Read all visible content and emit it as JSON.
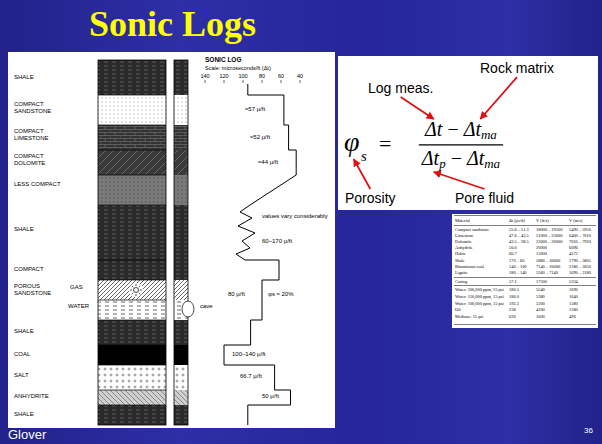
{
  "diagram": {
    "title": "Sonic Logs",
    "labels": [
      "SHALE",
      "COMPACT SANDSTONE",
      "COMPACT LIMESTONE",
      "COMPACT DOLOMITE",
      "LESS COMPACT",
      "SHALE",
      "COMPACT",
      "POROUS SANDSTONE",
      "GAS",
      "WATER",
      "SHALE",
      "COAL",
      "SALT",
      "ANHYDRITE",
      "SHALE",
      "SONIC LOG",
      "Scale: microseconds/ft (Δt)",
      "140",
      "120",
      "100",
      "80",
      "60",
      "40",
      "≈57 μ/ft",
      "≈52 μ/ft",
      "≈44 μ/ft",
      "values vary considerably",
      "60–170 μ/ft",
      "80 μ/ft",
      "φs ≈ 20%",
      "cave",
      "100–140 μ/ft",
      "66.7 μ/ft",
      "50 μ/ft",
      "Log meas.",
      "Rock matrix",
      "Porosity",
      "Pore fluid",
      "φ",
      "s",
      "=",
      "Δt",
      "−",
      "Δt",
      "ma",
      "Δt",
      "p",
      "−",
      "Δt",
      "ma",
      "Material",
      "Δt (μs/ft)",
      "V (ft/s)",
      "V (m/s)",
      "Compact sandstone",
      "55.6 – 51.3",
      "18000 – 19500",
      "5490 – 5950",
      "Limestone",
      "47.6 – 43.5",
      "21000 – 23000",
      "6400 – 7010",
      "Dolomite",
      "43.5 – 38.5",
      "23000 – 26000",
      "7010 – 7920",
      "Anhydrite",
      "50.0",
      "20000",
      "6096",
      "Halite",
      "66.7",
      "15000",
      "4572",
      "Shale",
      "170 – 60",
      "5880 – 16660",
      "1790 – 5805",
      "Bituminous coal",
      "140 – 100",
      "7140 – 10000",
      "2180 – 3050",
      "Lignite",
      "180 – 140",
      "5560 – 7140",
      "1690 – 2180",
      "Casing",
      "57.1",
      "17500",
      "5334",
      "Water: 200,000 ppm, 15 psi",
      "180.5",
      "5540",
      "1690",
      "Water: 150,000 ppm, 15 psi",
      "186.0",
      "5380",
      "1640",
      "Water: 100,000 ppm, 15 psi",
      "192.3",
      "5200",
      "1580",
      "Oil",
      "238",
      "4200",
      "1280",
      "Methane: 15 psi",
      "626",
      "1600",
      "490",
      "Glover",
      "36"
    ]
  }
}
